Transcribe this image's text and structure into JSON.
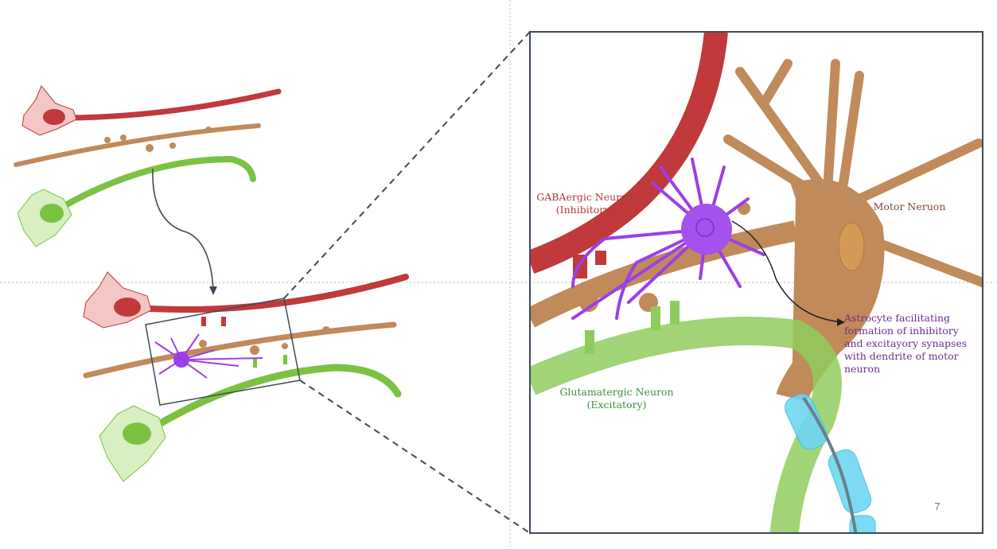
{
  "labels": {
    "gaba_line1": "GABAergic Neuron",
    "gaba_line2": "(Inhibitory)",
    "motor": "Motor Neruon",
    "glut_line1": "Glutamatergic Neuron",
    "glut_line2": "(Excitatory)",
    "astro_lines": [
      "Astrocyte facilitating",
      "formation of inhibitory",
      "and excitayory synapses",
      "with dendrite of motor",
      "neuron"
    ],
    "page_number": "7"
  },
  "colors": {
    "gaba": "#c0393b",
    "motor": "#b8804e",
    "glut": "#7cc242",
    "astrocyte": "#9b3fe8",
    "myelin": "#6fd6f2",
    "frame": "#3d4a5c",
    "gaba_text": "#b03a3a",
    "motor_text": "#7a4a30",
    "glut_text": "#3f8f3f",
    "astro_text": "#6e2f8a"
  }
}
